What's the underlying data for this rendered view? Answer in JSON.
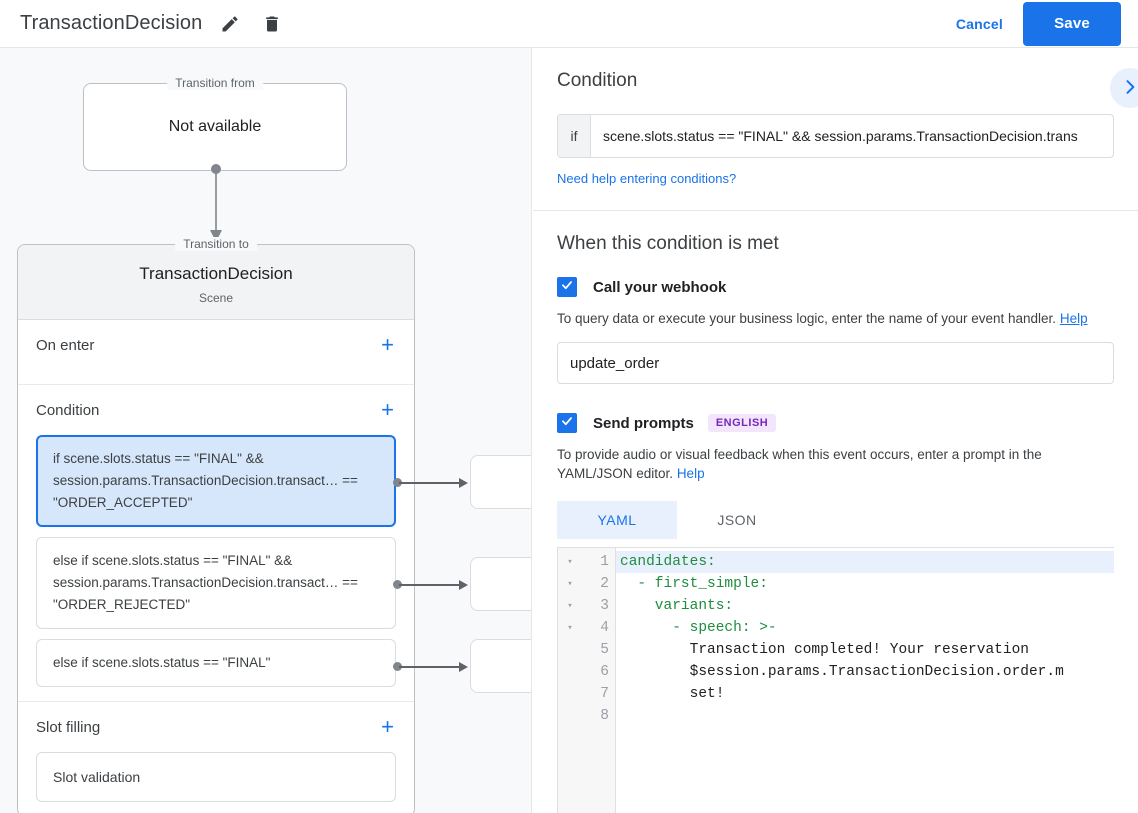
{
  "topbar": {
    "title": "TransactionDecision",
    "edit_icon": "pencil-icon",
    "delete_icon": "trash-icon",
    "cancel_label": "Cancel",
    "save_label": "Save",
    "accent_color": "#1a73e8"
  },
  "canvas": {
    "transition_from": {
      "legend": "Transition from",
      "value": "Not available"
    },
    "transition_to": {
      "legend": "Transition to",
      "scene_name": "TransactionDecision",
      "scene_type": "Scene"
    },
    "sections": [
      {
        "title": "On enter",
        "add_label": "+"
      },
      {
        "title": "Condition",
        "add_label": "+"
      },
      {
        "title": "Slot filling",
        "add_label": "+"
      }
    ],
    "conditions": [
      {
        "text": "if scene.slots.status == \"FINAL\" && session.params.TransactionDecision.transact… == \"ORDER_ACCEPTED\"",
        "selected": true
      },
      {
        "text": "else if scene.slots.status == \"FINAL\" && session.params.TransactionDecision.transact… == \"ORDER_REJECTED\"",
        "selected": false
      },
      {
        "text": "else if scene.slots.status == \"FINAL\"",
        "selected": false
      }
    ],
    "slot_filling_item": "Slot validation"
  },
  "panel": {
    "condition_heading": "Condition",
    "expand_icon": "chevron-right-icon",
    "if_label": "if",
    "if_value": "scene.slots.status == \"FINAL\" && session.params.TransactionDecision.trans",
    "if_placeholder": "Enter a condition",
    "help_conditions_link": "Need help entering conditions?",
    "met_heading": "When this condition is met",
    "webhook": {
      "checked": true,
      "label": "Call your webhook",
      "helper": "To query data or execute your business logic, enter the name of your event handler.",
      "help_link": "Help",
      "value": "update_order",
      "placeholder": "Enter event handler name"
    },
    "prompts": {
      "checked": true,
      "label": "Send prompts",
      "language_badge": "ENGLISH",
      "helper": "To provide audio or visual feedback when this event occurs, enter a prompt in the YAML/JSON editor.",
      "help_link": "Help",
      "tabs": [
        {
          "label": "YAML",
          "active": true
        },
        {
          "label": "JSON",
          "active": false
        }
      ],
      "editor": {
        "line_numbers": [
          "1",
          "2",
          "3",
          "4",
          "5",
          "6",
          "7",
          "8"
        ],
        "fold_arrows": [
          "▾",
          "▾",
          "▾",
          "▾"
        ],
        "lines": [
          {
            "key": "candidates:",
            "plain": "",
            "indent": 0,
            "highlight": true
          },
          {
            "key": "- first_simple:",
            "plain": "",
            "indent": 2,
            "highlight": false
          },
          {
            "key": "variants:",
            "plain": "",
            "indent": 4,
            "highlight": false
          },
          {
            "key": "- speech: >-",
            "plain": "",
            "indent": 6,
            "highlight": false
          },
          {
            "key": "",
            "plain": "Transaction completed! Your reservation",
            "indent": 8,
            "highlight": false
          },
          {
            "key": "",
            "plain": "$session.params.TransactionDecision.order.m",
            "indent": 8,
            "highlight": false
          },
          {
            "key": "",
            "plain": "set!",
            "indent": 8,
            "highlight": false
          },
          {
            "key": "",
            "plain": "",
            "indent": 0,
            "highlight": false
          }
        ]
      }
    }
  }
}
